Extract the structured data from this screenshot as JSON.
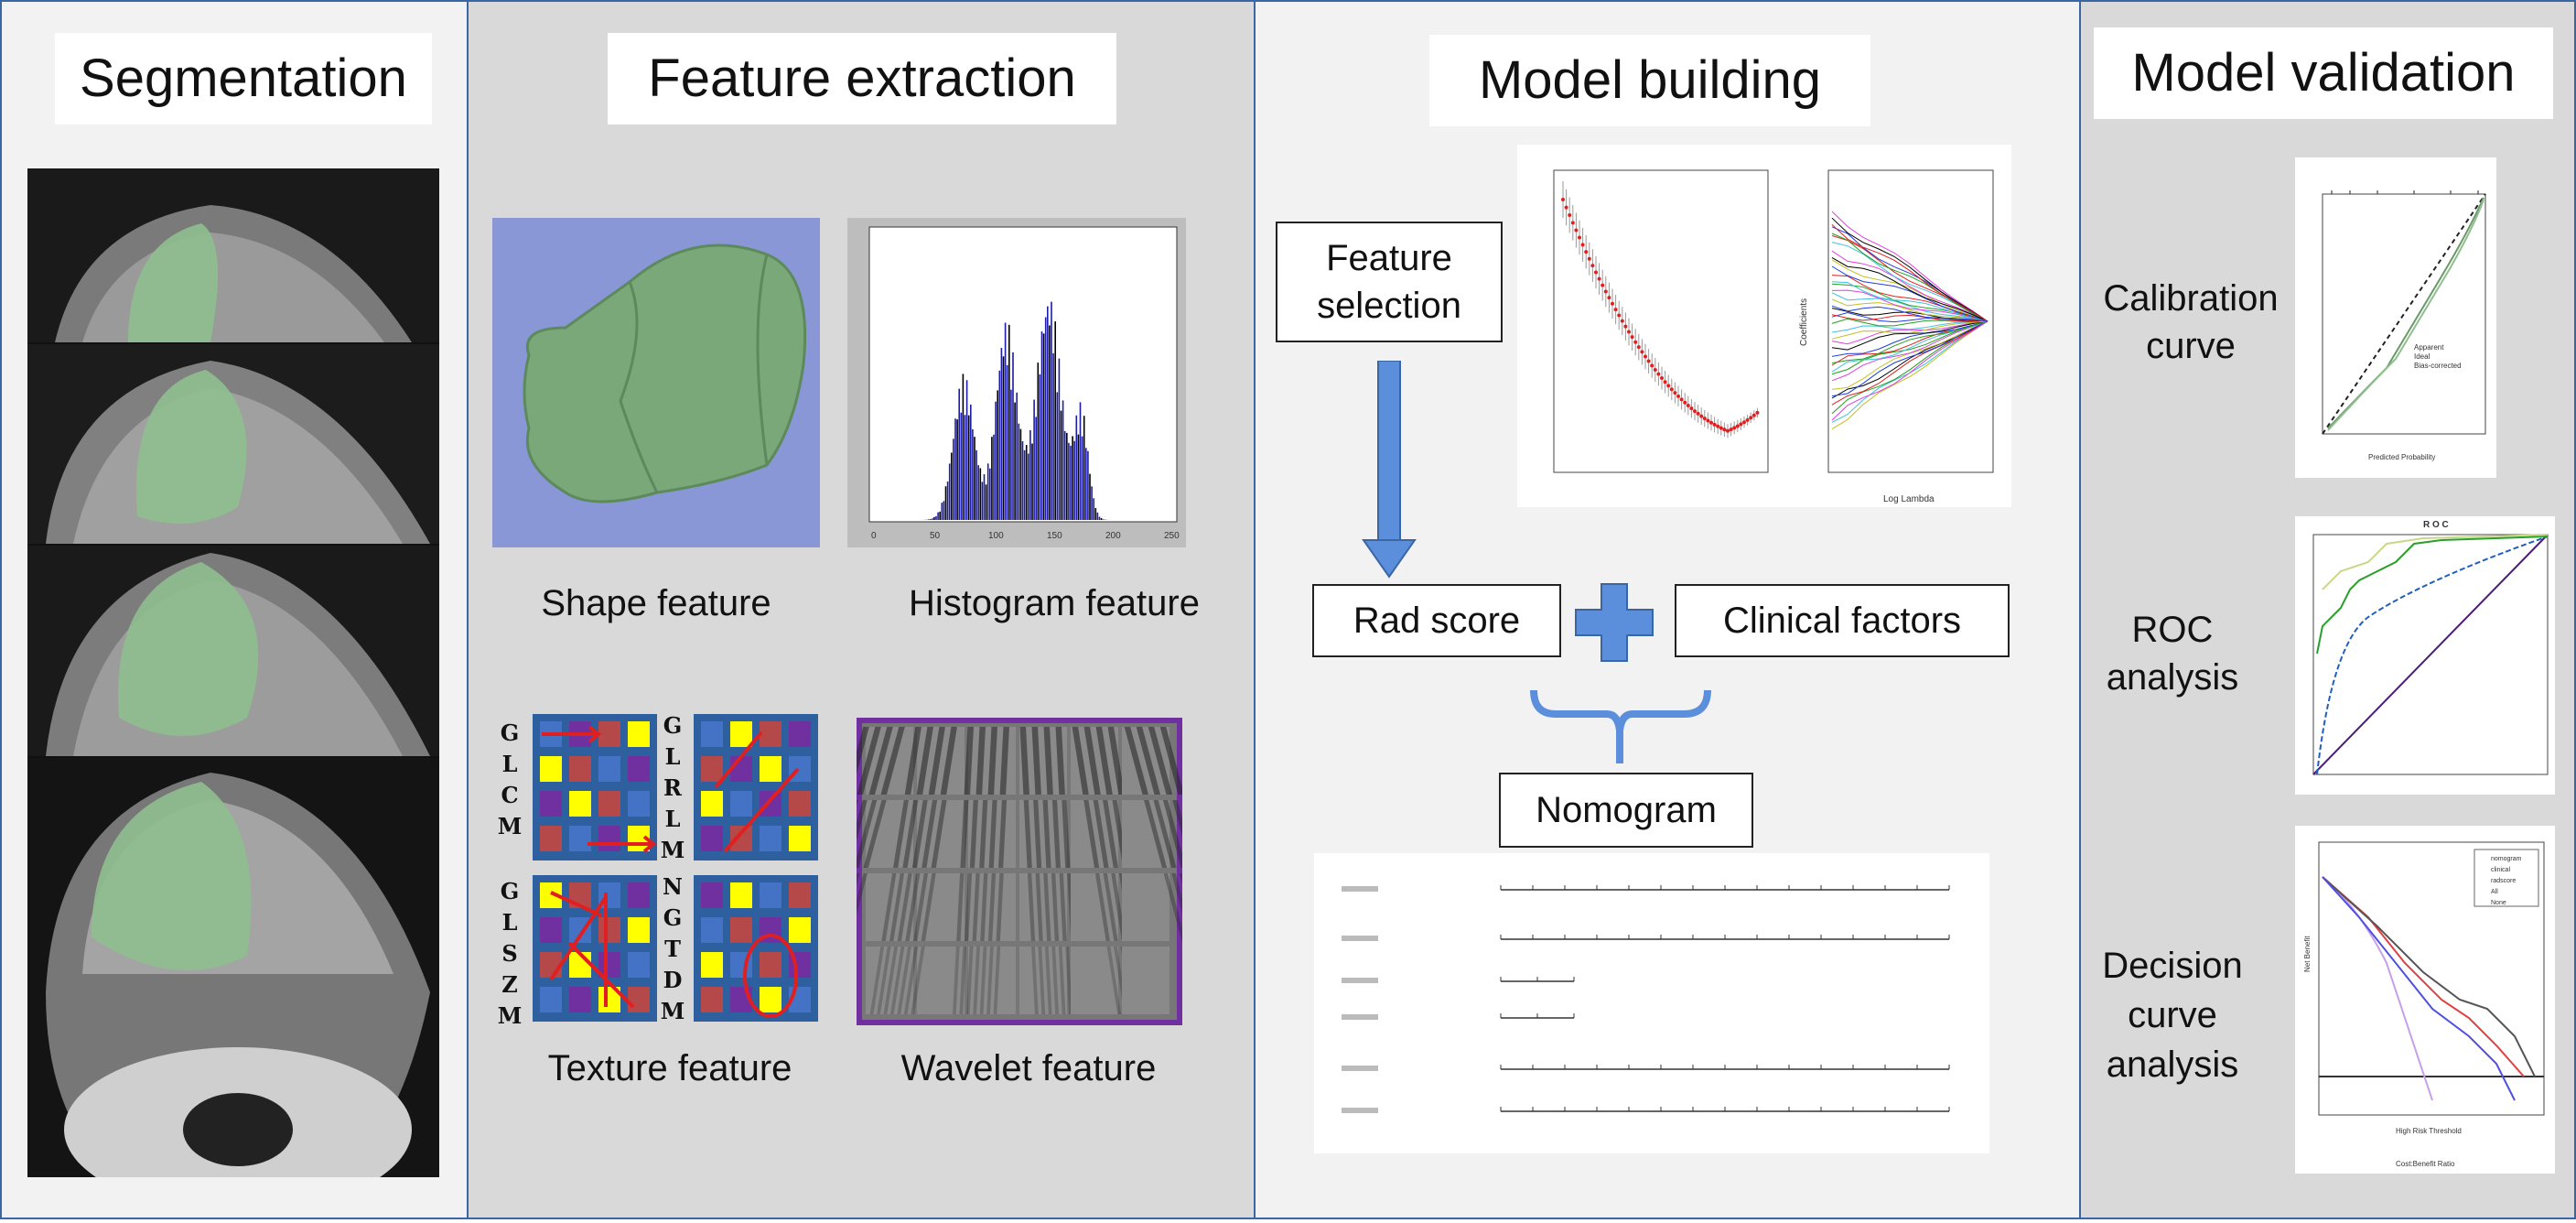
{
  "panels": {
    "segmentation": {
      "title": "Segmentation"
    },
    "feature_extraction": {
      "title": "Feature extraction",
      "shape_label": "Shape feature",
      "histogram_label": "Histogram feature",
      "texture_label": "Texture feature",
      "wavelet_label": "Wavelet feature",
      "texture_matrices": {
        "glcm": "GLCM",
        "glrlm": "GLRLM",
        "glszm": "GLSZM",
        "ngtdm": "NGTDM"
      },
      "histogram_ticks": [
        "0",
        "50",
        "100",
        "150",
        "200",
        "250"
      ]
    },
    "model_building": {
      "title": "Model building",
      "feature_selection": "Feature selection",
      "rad_score": "Rad score",
      "clinical_factors": "Clinical factors",
      "nomogram": "Nomogram",
      "lasso_xlabel": "Log Lambda",
      "lasso_ylabel": "Coefficients"
    },
    "model_validation": {
      "title": "Model validation",
      "calibration": "Calibration curve",
      "roc": "ROC analysis",
      "decision": "Decision curve analysis",
      "calib_legend": [
        "Apparent",
        "Ideal",
        "Bias-corrected"
      ],
      "calib_xlabel": "Predicted Probability",
      "roc_title": "R O C",
      "dca_legend": [
        "nomogram",
        "clinical",
        "radscore",
        "All",
        "None"
      ],
      "dca_xlabel": "High Risk Threshold",
      "dca_xlabel2": "Cost:Benefit Ratio",
      "dca_ylabel": "Net Benefit"
    }
  },
  "colors": {
    "panel_border": "#3b66a6",
    "arrow_blue": "#5b8fdc",
    "mask_green": "#8fbf8f",
    "texture_red": "#b54848",
    "texture_yellow": "#ffff00",
    "texture_purple": "#7030a0",
    "texture_blue": "#4472c4"
  }
}
